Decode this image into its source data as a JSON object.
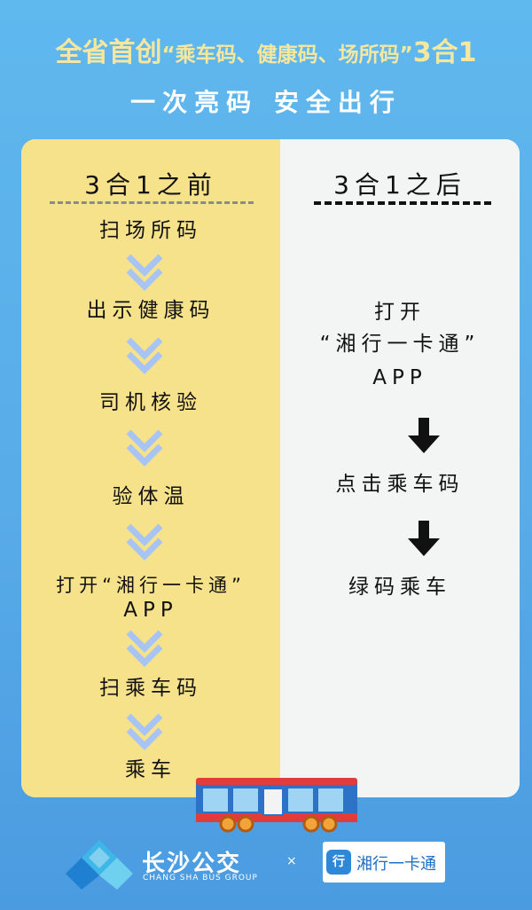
{
  "header": {
    "title_main_a": "全省首创",
    "title_quote": "“乘车码、健康码、场所码”",
    "title_main_b": "3合1",
    "subtitle": "一次亮码 安全出行"
  },
  "before": {
    "heading": "3合1之前",
    "steps": [
      "扫场所码",
      "出示健康码",
      "司机核验",
      "验体温",
      "打开“湘行一卡通”",
      "APP",
      "扫乘车码",
      "乘车"
    ]
  },
  "after": {
    "heading": "3合1之后",
    "steps": [
      "打开",
      "“湘行一卡通”",
      "APP",
      "点击乘车码",
      "绿码乘车"
    ]
  },
  "footer": {
    "brand_cn": "长沙公交",
    "brand_en": "CHANG SHA BUS GROUP",
    "times": "×",
    "partner_icon_text": "行",
    "partner_name": "湘行一卡通"
  },
  "colors": {
    "background": "#58ace8",
    "title_yellow": "#f6e7a0",
    "left_panel": "#f7e28c",
    "right_panel": "#f3f4f4",
    "light_arrow": "#a8c4f3",
    "dark_arrow": "#111111"
  },
  "icons": [
    "down-arrow-icon",
    "bus-icon",
    "changsha-bus-logo-icon",
    "xiangxing-app-icon"
  ]
}
